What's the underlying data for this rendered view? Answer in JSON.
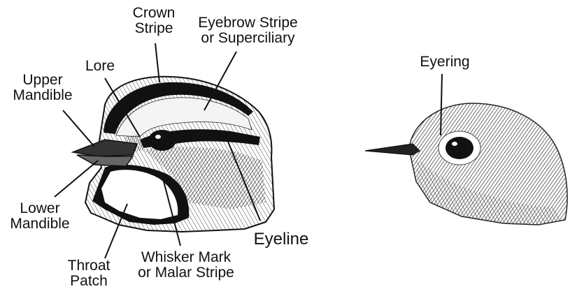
{
  "labels": {
    "crown_stripe": [
      "Crown",
      "Stripe"
    ],
    "eyebrow_stripe": [
      "Eyebrow Stripe",
      "or Superciliary"
    ],
    "lore": "Lore",
    "upper_mandible": [
      "Upper",
      "Mandible"
    ],
    "lower_mandible": [
      "Lower",
      "Mandible"
    ],
    "throat_patch": [
      "Throat",
      "Patch"
    ],
    "whisker_mark": [
      "Whisker Mark",
      "or Malar Stripe"
    ],
    "eyeline": "Eyeline",
    "eyering": "Eyering"
  },
  "colors": {
    "ink": "#111111",
    "background": "#ffffff"
  }
}
